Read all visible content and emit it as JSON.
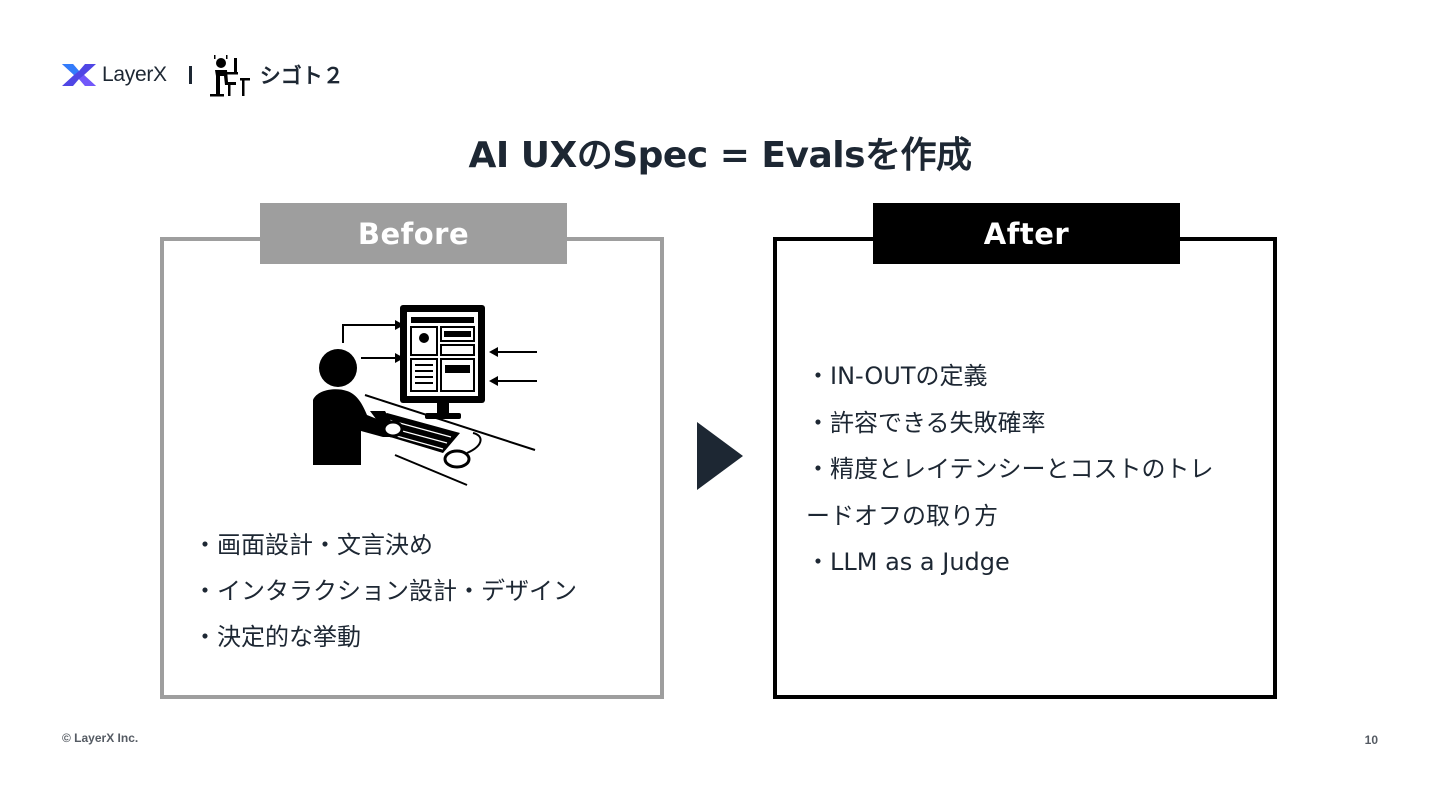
{
  "header": {
    "brand_name": "LayerX",
    "subtitle": "シゴト２",
    "brand_color": "#4f46e5"
  },
  "title": "AI UXのSpec = Evalsを作成",
  "before": {
    "tab_label": "Before",
    "border_color": "#9e9e9e",
    "items": [
      "・画面設計・文言決め",
      "・インタラクション設計・デザイン",
      "・決定的な挙動"
    ]
  },
  "after": {
    "tab_label": "After",
    "border_color": "#000000",
    "items": [
      "・IN-OUTの定義",
      "・許容できる失敗確率",
      "・精度とレイテンシーとコストのトレードオフの取り方",
      "・LLM as a Judge"
    ]
  },
  "footer": {
    "copyright": "© LayerX Inc.",
    "page_number": "10"
  }
}
